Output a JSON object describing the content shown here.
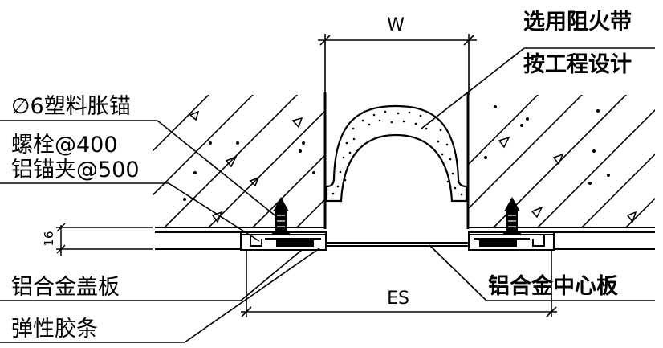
{
  "labels": {
    "fire_strip_line1": "选用阻火带",
    "fire_strip_line2": "按工程设计",
    "anchor": "∅6塑料胀锚",
    "bolt": "螺栓@400",
    "clip": "铝锚夹@500",
    "cover_plate": "铝合金盖板",
    "rubber_strip": "弹性胶条",
    "center_plate": "铝合金中心板"
  },
  "dimensions": {
    "w": "W",
    "es": "ES",
    "thickness": "16"
  }
}
